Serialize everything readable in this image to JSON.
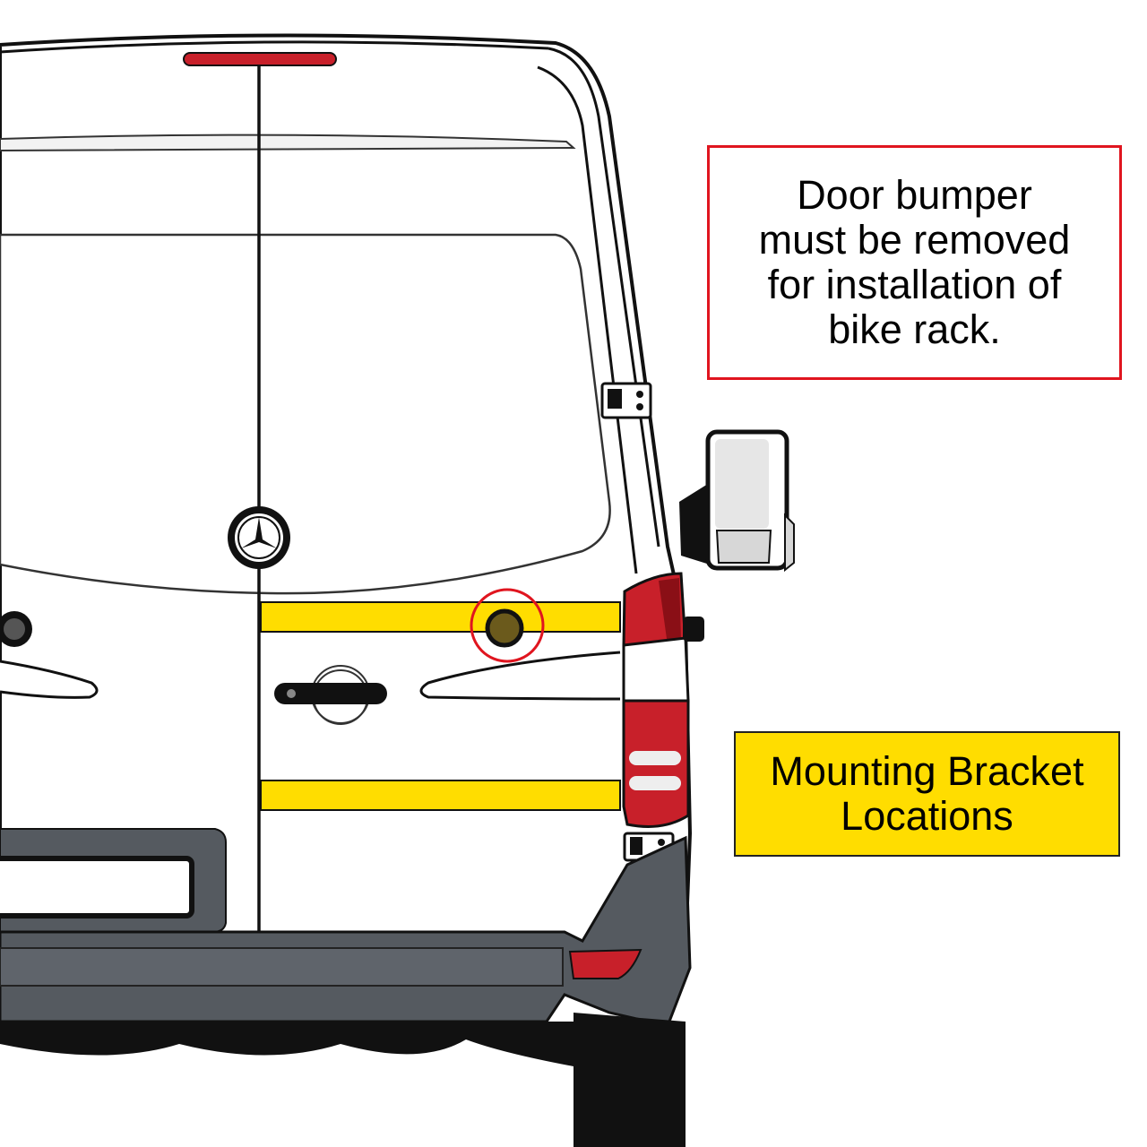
{
  "diagram": {
    "warning_note": "Door bumper\nmust be removed\nfor installation of\nbike rack.",
    "legend_label": "Mounting Bracket\nLocations"
  },
  "colors": {
    "bracket_highlight": "#ffdd00",
    "warning_border": "#e0151f",
    "bumper_circle": "#e0151f",
    "taillight_red": "#c8202a",
    "bumper_grey": "#555a60",
    "outline": "#111111"
  },
  "icons": {
    "logo": "three-pointed-star-emblem",
    "mirror": "side-mirror"
  }
}
